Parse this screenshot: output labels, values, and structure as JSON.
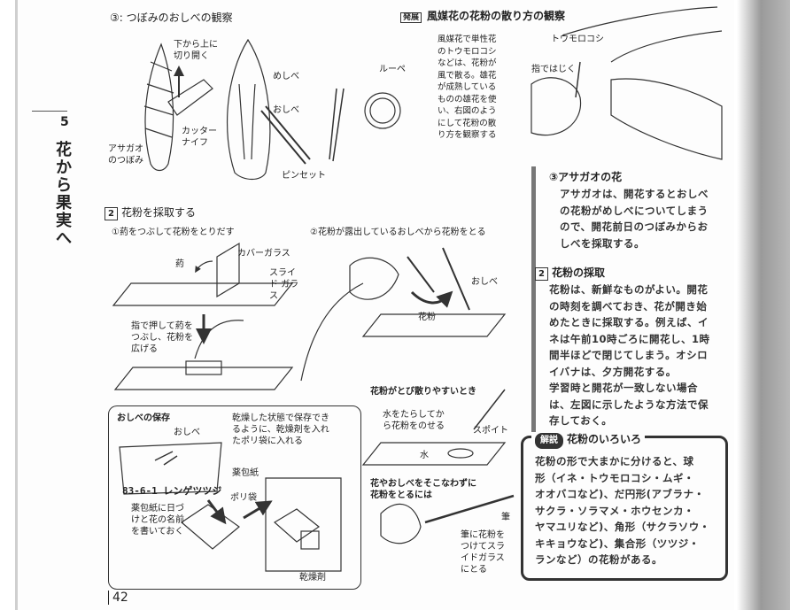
{
  "chapter": {
    "number": "5",
    "title": "花から果実へ"
  },
  "page_number": "42",
  "section3": {
    "title": "③: つぼみのおしべの観察",
    "labels": {
      "cut_dir": "下から上に 切り開く",
      "bud": "アサガオ のつぼみ",
      "knife": "カッター ナイフ",
      "pistil": "めしべ",
      "stamen": "おしべ",
      "tweezers": "ピンセット",
      "loupe": "ルーペ"
    }
  },
  "hatten": {
    "badge": "発展",
    "title": "風媒花の花粉の散り方の観察",
    "text": [
      "風媒花で単性花",
      "のトウモロコシ",
      "などは、花粉が",
      "風で散る。雄花",
      "が成熟している",
      "ものの雄花を使",
      "い、右図のよう",
      "にして花粉の散",
      "り方を観察する"
    ],
    "corn_label": "トウモロコシ",
    "finger_label": "指ではじく"
  },
  "section2": {
    "number": "2",
    "title": "花粉を採取する",
    "sub1": "①葯をつぶして花粉をとりだす",
    "sub2": "②花粉が露出しているおしべから花粉をとる",
    "labels": {
      "anther": "葯",
      "cover_glass": "カバーガラス",
      "slide_glass": "スライド ガラス",
      "press": [
        "指で押して葯を",
        "つぶし、花粉を",
        "広げる"
      ],
      "stamen": "おしべ",
      "pollen": "花粉"
    }
  },
  "storage": {
    "title": "おしべの保存",
    "stamen_label": "おしべ",
    "dry_note": [
      "乾燥した状態で保存でき",
      "るように、乾燥剤を入れ",
      "たポリ袋に入れる"
    ],
    "paper_label": "薬包紙",
    "handwritten": "83-6-1 レンゲツツジ",
    "date_note": [
      "薬包紙に日づ",
      "けと花の名前",
      "を書いておく"
    ],
    "bag_label": "ポリ袋",
    "desiccant": "乾燥剤"
  },
  "scatter": {
    "title": "花粉がとび散りやすいとき",
    "water_note": [
      "水をたらしてか",
      "ら花粉をのせる"
    ],
    "dropper": "スポイト",
    "water": "水",
    "no_damage_title": [
      "花やおしべをそこなわずに",
      "花粉をとるには"
    ],
    "brush_note": [
      "筆に花粉を",
      "つけてスラ",
      "イドガラス",
      "にとる"
    ],
    "brush": "筆"
  },
  "right": {
    "morning_glory_title": "③アサガオの花",
    "morning_glory_text": [
      "アサガオは、開花するとおしべ",
      "の花粉がめしべについてしまう",
      "ので、開花前日のつぼみからお",
      "しべを採取する。"
    ],
    "collect_title": "花粉の採取",
    "collect_text": [
      "花粉は、新鮮なものがよい。開花",
      "の時刻を調べておき、花が開き始",
      "めたときに採取する。例えば、イ",
      "ネは午前10時ごろに開花し、1時",
      "間半ほどで閉じてしまう。オシロ",
      "イバナは、夕方開花する。",
      "学習時と開花が一致しない場合",
      "は、左図に示したような方法で保",
      "存しておく。"
    ]
  },
  "kaisetsu": {
    "badge": "解説",
    "title": "花粉のいろいろ",
    "text": [
      "花粉の形で大まかに分けると、球",
      "形（イネ・トウモロコシ・ムギ・",
      "オオバコなど)、だ円形(アブラナ・",
      "サクラ・ソラマメ・ホウセンカ・",
      "ヤマユリなど)、角形（サクラソウ・",
      "キキョウなど)、集合形（ツツジ・",
      "ランなど）の花粉がある。"
    ]
  }
}
